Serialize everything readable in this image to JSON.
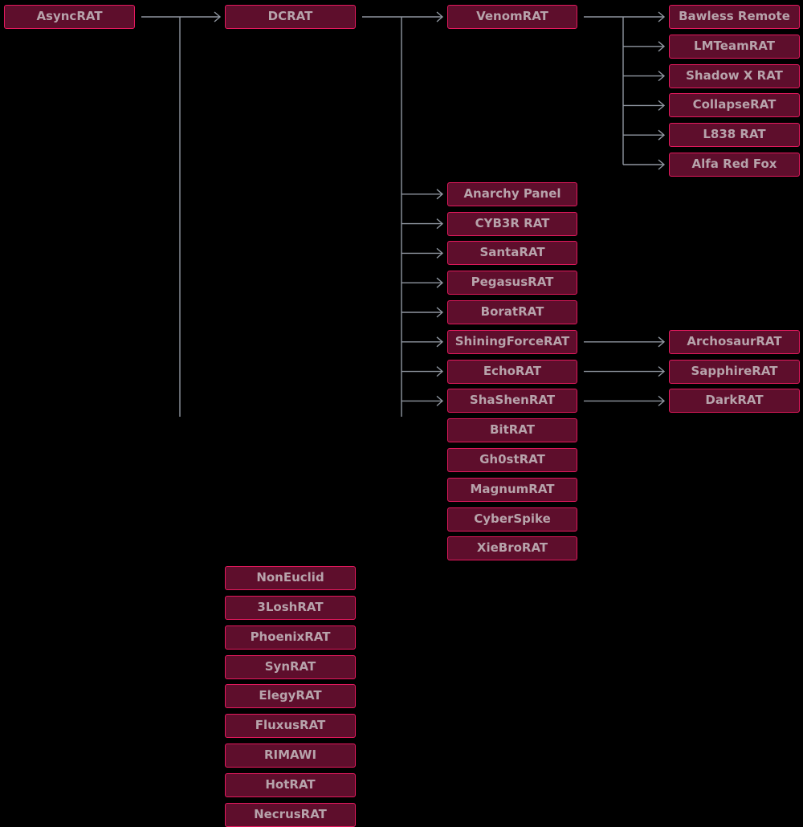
{
  "palette": {
    "background": "#000000",
    "node_fill": "#5e0e2c",
    "node_border": "#e3195d",
    "node_text": "#b7a3ab",
    "connector": "#8f96a0"
  },
  "tree": {
    "label": "AsyncRAT",
    "children": [
      {
        "label": "DCRAT",
        "children": [
          {
            "label": "VenomRAT",
            "children": [
              {
                "label": "Bawless Remote"
              },
              {
                "label": "LMTeamRAT"
              },
              {
                "label": "Shadow X RAT"
              },
              {
                "label": "CollapseRAT"
              },
              {
                "label": "L838 RAT"
              },
              {
                "label": "Alfa Red Fox"
              }
            ]
          },
          {
            "label": "Anarchy Panel"
          },
          {
            "label": "CYB3R RAT"
          },
          {
            "label": "SantaRAT"
          },
          {
            "label": "PegasusRAT"
          },
          {
            "label": "BoratRAT"
          },
          {
            "label": "ShiningForceRAT",
            "children": [
              {
                "label": "ArchosaurRAT"
              }
            ]
          },
          {
            "label": "EchoRAT",
            "children": [
              {
                "label": "SapphireRAT"
              }
            ]
          },
          {
            "label": "ShaShenRAT",
            "children": [
              {
                "label": "DarkRAT"
              }
            ]
          },
          {
            "label": "BitRAT"
          },
          {
            "label": "Gh0stRAT"
          },
          {
            "label": "MagnumRAT"
          },
          {
            "label": "CyberSpike"
          },
          {
            "label": "XieBroRAT"
          }
        ]
      },
      {
        "label": "NonEuclid"
      },
      {
        "label": "3LoshRAT"
      },
      {
        "label": "PhoenixRAT"
      },
      {
        "label": "SynRAT"
      },
      {
        "label": "ElegyRAT"
      },
      {
        "label": "FluxusRAT"
      },
      {
        "label": "RIMAWI"
      },
      {
        "label": "HotRAT"
      },
      {
        "label": "NecrusRAT"
      }
    ]
  }
}
